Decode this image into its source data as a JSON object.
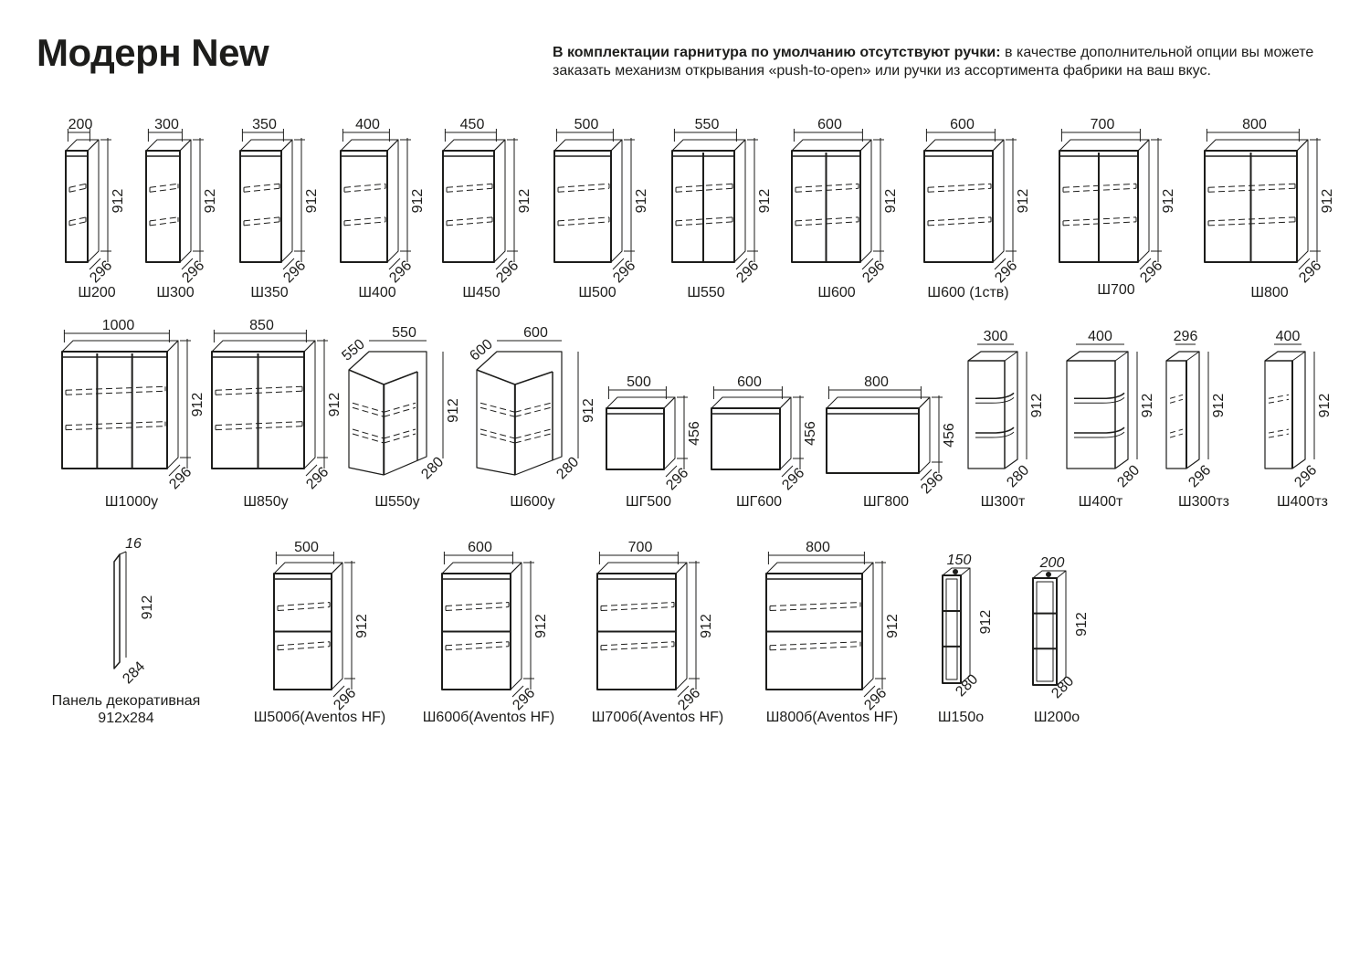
{
  "header": {
    "title": "Модерн New",
    "note_bold": "В комплектации гарнитура по умолчанию отсутствуют ручки:",
    "note_rest": " в качестве дополнительной опции вы можете заказать механизм открывания «push-to-open» или ручки из ассортимента фабрики на ваш вкус."
  },
  "items": [
    {
      "name": "Ш200",
      "w": "200",
      "h": "912",
      "d": "296"
    },
    {
      "name": "Ш300",
      "w": "300",
      "h": "912",
      "d": "296"
    },
    {
      "name": "Ш350",
      "w": "350",
      "h": "912",
      "d": "296"
    },
    {
      "name": "Ш400",
      "w": "400",
      "h": "912",
      "d": "296"
    },
    {
      "name": "Ш450",
      "w": "450",
      "h": "912",
      "d": "296"
    },
    {
      "name": "Ш500",
      "w": "500",
      "h": "912",
      "d": "296"
    },
    {
      "name": "Ш550",
      "w": "550",
      "h": "912",
      "d": "296"
    },
    {
      "name": "Ш600",
      "w": "600",
      "h": "912",
      "d": "296"
    },
    {
      "name": "Ш600 (1ств)",
      "w": "600",
      "h": "912",
      "d": "296"
    },
    {
      "name": "Ш700",
      "w": "700",
      "h": "912",
      "d": "296"
    },
    {
      "name": "Ш800",
      "w": "800",
      "h": "912",
      "d": "296"
    },
    {
      "name": "Ш1000у",
      "w": "1000",
      "h": "912",
      "d": "296"
    },
    {
      "name": "Ш850у",
      "w": "850",
      "h": "912",
      "d": "296"
    },
    {
      "name": "Ш550у",
      "w": "550",
      "w2": "550",
      "h": "912",
      "d": "280"
    },
    {
      "name": "Ш600у",
      "w": "600",
      "w2": "600",
      "h": "912",
      "d": "280"
    },
    {
      "name": "ШГ500",
      "w": "500",
      "h": "456",
      "d": "296"
    },
    {
      "name": "ШГ600",
      "w": "600",
      "h": "456",
      "d": "296"
    },
    {
      "name": "ШГ800",
      "w": "800",
      "h": "456",
      "d": "296"
    },
    {
      "name": "Ш300т",
      "w": "300",
      "h": "912",
      "d": "280"
    },
    {
      "name": "Ш400т",
      "w": "400",
      "h": "912",
      "d": "280"
    },
    {
      "name": "Ш300тз",
      "w": "296",
      "h": "912",
      "d": "296"
    },
    {
      "name": "Ш400тз",
      "w": "400",
      "h": "912",
      "d": "296"
    },
    {
      "name": "Панель декоративная 912х284",
      "w": "16",
      "h": "912",
      "d": "284"
    },
    {
      "name": "Ш500б(Aventos HF)",
      "w": "500",
      "h": "912",
      "d": "296"
    },
    {
      "name": "Ш600б(Aventos HF)",
      "w": "600",
      "h": "912",
      "d": "296"
    },
    {
      "name": "Ш700б(Aventos HF)",
      "w": "700",
      "h": "912",
      "d": "296"
    },
    {
      "name": "Ш800б(Aventos HF)",
      "w": "800",
      "h": "912",
      "d": "296"
    },
    {
      "name": "Ш150о",
      "w": "150",
      "h": "912",
      "d": "280"
    },
    {
      "name": "Ш200о",
      "w": "200",
      "h": "912",
      "d": "280"
    }
  ]
}
